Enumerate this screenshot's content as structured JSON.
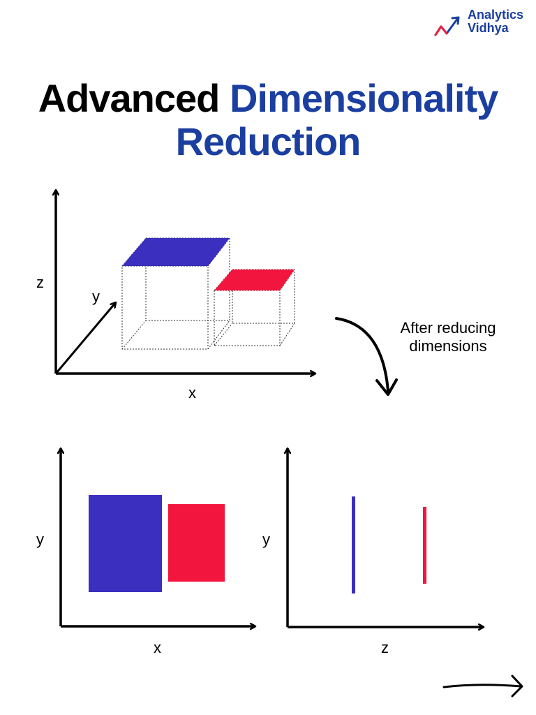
{
  "logo": {
    "line1": "Analytics",
    "line2": "Vidhya"
  },
  "title": {
    "part1": "Advanced",
    "part2": "Dimensionality",
    "part3": "Reduction"
  },
  "top_diagram": {
    "z_label": "z",
    "y_label": "y",
    "x_label": "x"
  },
  "annotation": {
    "line1": "After reducing",
    "line2": "dimensions"
  },
  "bottom_left": {
    "y_label": "y",
    "x_label": "x"
  },
  "bottom_right": {
    "y_label": "y",
    "x_label": "z"
  },
  "colors": {
    "blue_box": "#3a2fbf",
    "red_box": "#f2153e",
    "brand": "#1b3fa0"
  },
  "icons": [
    "analytics-vidhya-logo-icon",
    "curved-arrow-icon",
    "next-arrow-icon"
  ]
}
